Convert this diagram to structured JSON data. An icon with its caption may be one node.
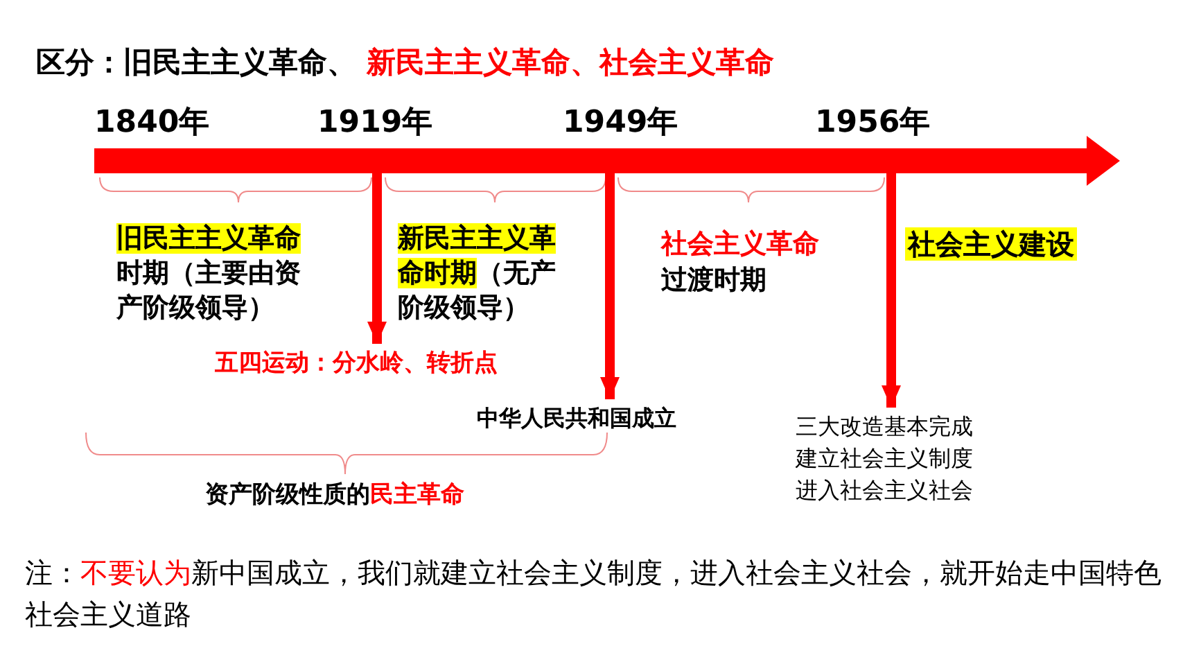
{
  "diagram": {
    "title": "区分：旧民主主义革命、 **新民主主义革命、社会主义革命**",
    "nodes": [
      {
        "text": [],
        "shape": "arrow"
      },
      {
        "text": [
          "**旧民主主义革命**时期（主要由资产阶级领导）"
        ]
      },
      {
        "text": [
          "**新民主主义革命时期**（无产阶级领导）"
        ]
      },
      {
        "text": [
          "社会主义革命",
          "过渡时期"
        ]
      },
      {
        "text": [
          "社会主义建设"
        ]
      },
      {
        "text": [
          "五四运动：分水岭、转折点"
        ]
      },
      {
        "text": [
          "中华人民共和国成立"
        ]
      },
      {
        "text": [
          "三大改造基本完成",
          "建立社会主义制度",
          "进入社会主义社会"
        ]
      }
    ],
    "edges": [
      {
        "from": 0,
        "to": 5,
        "arrow": "to"
      },
      {
        "from": 0,
        "to": 6,
        "arrow": "to"
      },
      {
        "from": 0,
        "to": 7,
        "arrow": "to"
      }
    ],
    "labels": [
      "1840年",
      "1919年",
      "1949年",
      "1956年",
      "资产阶级性质的**民主革命**",
      "注：**不要认为**新中国成立，我们就建立社会主义制度，进入社会主义社会，就开始走中国特色社会主义道路"
    ]
  }
}
